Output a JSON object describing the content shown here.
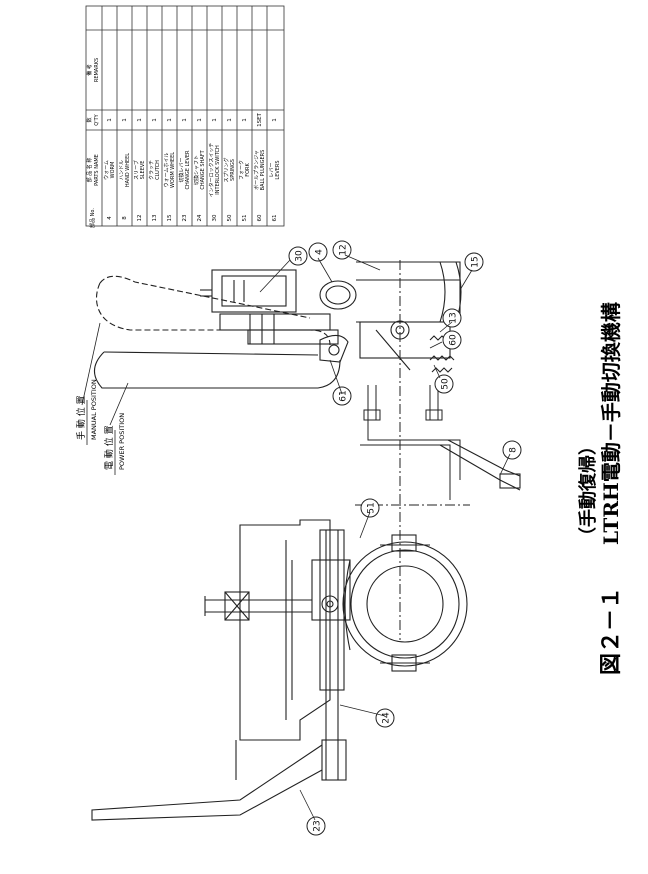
{
  "figure": {
    "number": "図２－１",
    "title_line1": "LTRH電動－手動切換機構",
    "title_line2": "（手動復帰）"
  },
  "positions": {
    "manual_jp": "手 動 位 置",
    "manual_en": "MANUAL POSITION",
    "power_jp": "電 動 位 置",
    "power_en": "POWER POSITION"
  },
  "callouts": [
    "30",
    "4",
    "12",
    "15",
    "13",
    "60",
    "50",
    "61",
    "8",
    "51",
    "24",
    "23"
  ],
  "parts_table": {
    "headers": {
      "no_jp": "部品 No.",
      "name_jp": "部 品 名 称",
      "name_en": "PARTS NAME",
      "qty_jp": "数",
      "qty_en": "Q'TY",
      "remarks_jp": "備 考",
      "remarks_en": "REMARKS"
    },
    "rows": [
      {
        "no": "4",
        "jp": "ウォーム",
        "en": "WORM",
        "qty": "1"
      },
      {
        "no": "8",
        "jp": "ハンドル",
        "en": "HAND WHEEL",
        "qty": "1"
      },
      {
        "no": "12",
        "jp": "スリーブ",
        "en": "SLEEVE",
        "qty": "1"
      },
      {
        "no": "13",
        "jp": "クラッチ",
        "en": "CLUTCH",
        "qty": "1"
      },
      {
        "no": "15",
        "jp": "ウォームホイル",
        "en": "WORM WHEEL",
        "qty": "1"
      },
      {
        "no": "23",
        "jp": "切換レバー",
        "en": "CHANGE LEVER",
        "qty": "1"
      },
      {
        "no": "24",
        "jp": "切換シャフト",
        "en": "CHANGE SHAFT",
        "qty": "1"
      },
      {
        "no": "30",
        "jp": "インターロックスイッチ",
        "en": "INTERLOCK SWITCH",
        "qty": "1"
      },
      {
        "no": "50",
        "jp": "スプリング",
        "en": "SPRINGS",
        "qty": "1"
      },
      {
        "no": "51",
        "jp": "フォーク",
        "en": "FORK",
        "qty": "1"
      },
      {
        "no": "60",
        "jp": "ボールプランジャ",
        "en": "BALL PLUNGERS",
        "qty": "1SET"
      },
      {
        "no": "61",
        "jp": "レバー",
        "en": "LEVERS",
        "qty": "1"
      }
    ]
  }
}
